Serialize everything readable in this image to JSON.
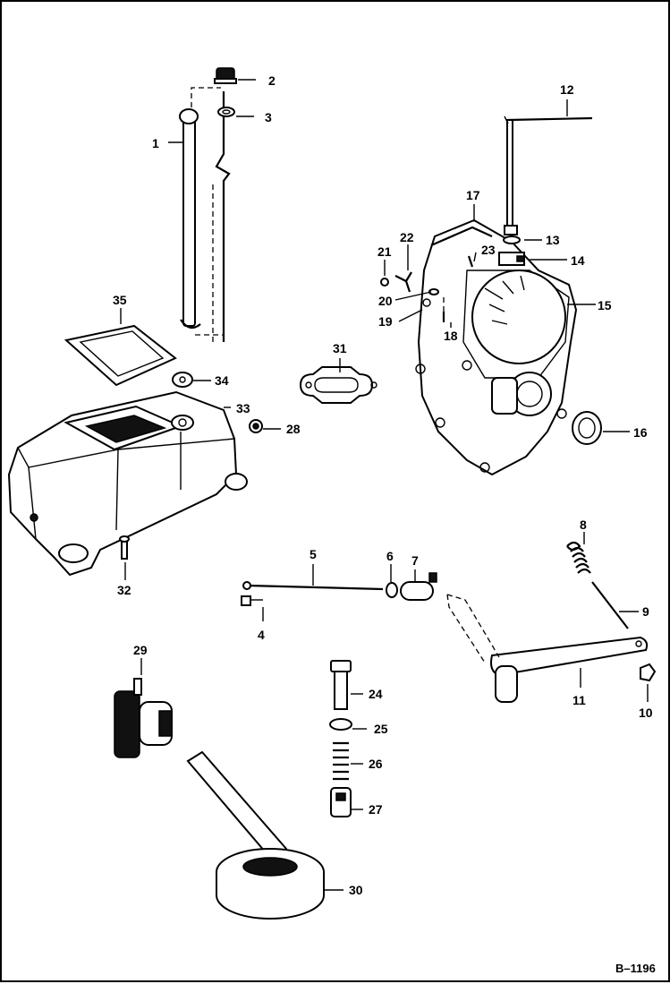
{
  "figure_ref": "B–1196",
  "callouts": [
    "1",
    "2",
    "3",
    "4",
    "5",
    "6",
    "7",
    "8",
    "9",
    "10",
    "11",
    "12",
    "13",
    "14",
    "15",
    "16",
    "17",
    "18",
    "19",
    "20",
    "21",
    "22",
    "23",
    "24",
    "25",
    "26",
    "27",
    "28",
    "29",
    "30",
    "31",
    "32",
    "33",
    "34",
    "35"
  ]
}
